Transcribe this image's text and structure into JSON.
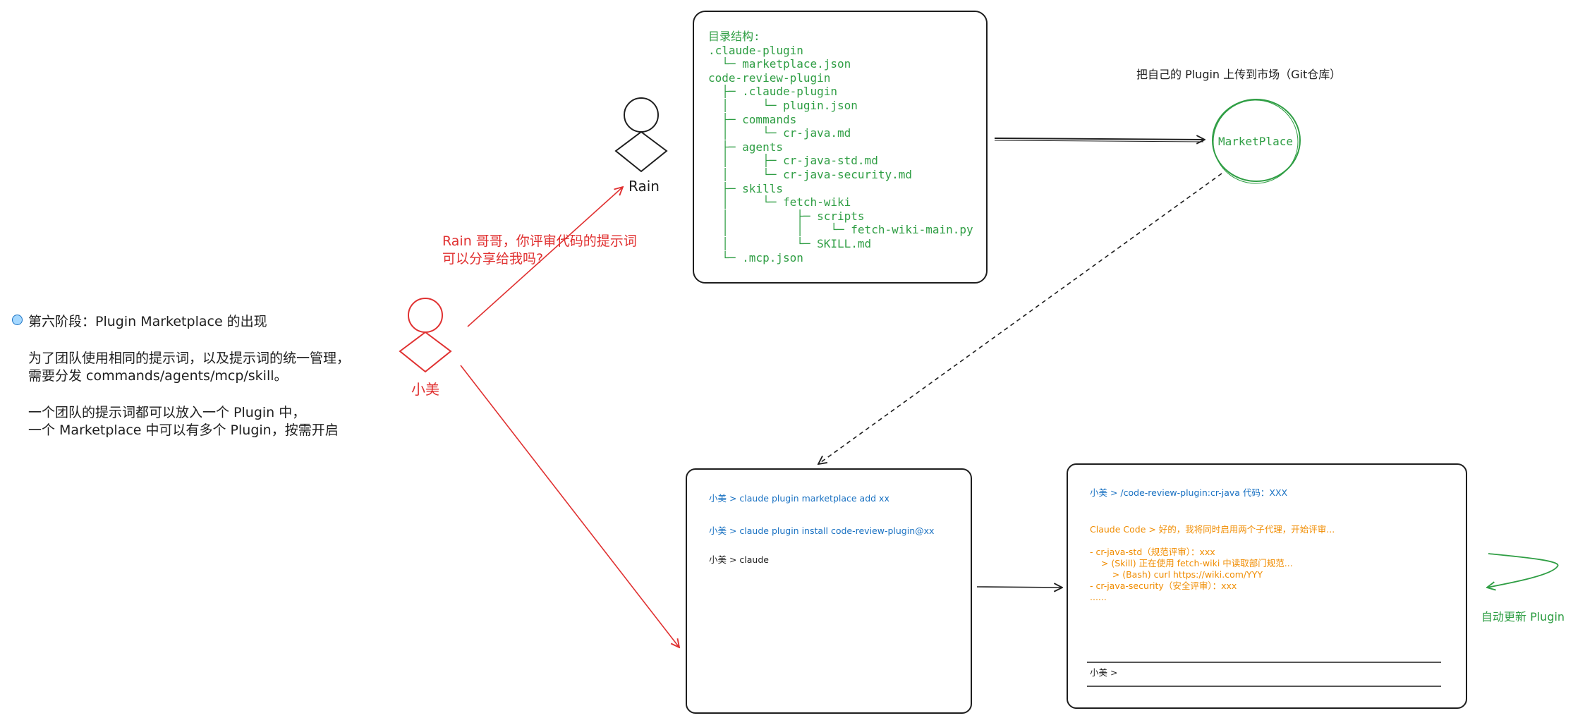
{
  "intro": {
    "title": "第六阶段：Plugin Marketplace 的出现",
    "para1_line1": "为了团队使用相同的提示词，以及提示词的统一管理，",
    "para1_line2": "需要分发 commands/agents/mcp/skill。",
    "para2_line1": "一个团队的提示词都可以放入一个 Plugin 中，",
    "para2_line2": "一个 Marketplace 中可以有多个 Plugin，按需开启"
  },
  "people": {
    "rain": "Rain",
    "xiaomei": "小美"
  },
  "request": {
    "line1": "Rain 哥哥，你评审代码的提示词",
    "line2": "可以分享给我吗?"
  },
  "tree": {
    "lines": [
      "目录结构:",
      ".claude-plugin",
      "  └─ marketplace.json",
      "code-review-plugin",
      "  ├─ .claude-plugin",
      "  │     └─ plugin.json",
      "  ├─ commands",
      "  │     └─ cr-java.md",
      "  ├─ agents",
      "  │     ├─ cr-java-std.md",
      "  │     └─ cr-java-security.md",
      "  ├─ skills",
      "  │     └─ fetch-wiki",
      "  │          ├─ scripts",
      "  │          │    └─ fetch-wiki-main.py",
      "  │          └─ SKILL.md",
      "  └─ .mcp.json"
    ]
  },
  "marketplace": {
    "caption": "把自己的 Plugin 上传到市场（Git仓库）",
    "label": "MarketPlace"
  },
  "terminal1": {
    "cmd1": "小美 > claude plugin marketplace add xx",
    "cmd2": "小美 > claude plugin install code-review-plugin@xx",
    "cmd3": "小美 > claude"
  },
  "terminal2": {
    "cmd": "小美 > /code-review-plugin:cr-java 代码：XXX",
    "reply": "Claude Code > 好的，我将同时启用两个子代理，开始评审...",
    "lines": [
      "- cr-java-std（规范评审）：xxx",
      "    > (Skill) 正在使用 fetch-wiki 中读取部门规范...",
      "        > (Bash) curl https://wiki.com/YYY",
      "- cr-java-security（安全评审）：xxx",
      "......"
    ],
    "prompt": "小美 >"
  },
  "auto_update": "自动更新 Plugin",
  "colors": {
    "green": "#2f9e44",
    "red": "#e03131",
    "blue": "#1971c2",
    "orange": "#f08c00",
    "ink": "#1e1e1e"
  }
}
